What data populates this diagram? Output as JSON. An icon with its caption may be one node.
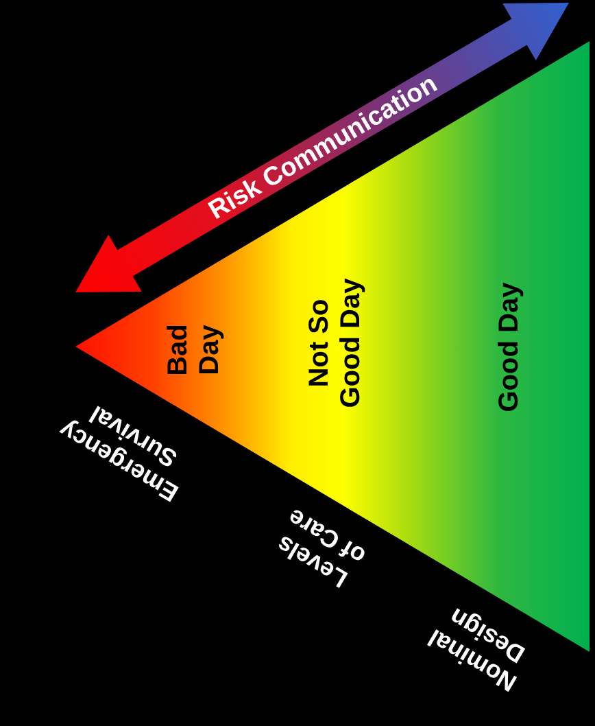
{
  "diagram": {
    "nodes": [
      {
        "text": [
          "Bad Day",
          "Not So Good Day",
          "Good Day"
        ],
        "beside": [
          "Emergency Survival",
          "Levels of Care",
          "Nominal Design"
        ]
      }
    ],
    "labels": [
      "Risk Communication"
    ]
  }
}
